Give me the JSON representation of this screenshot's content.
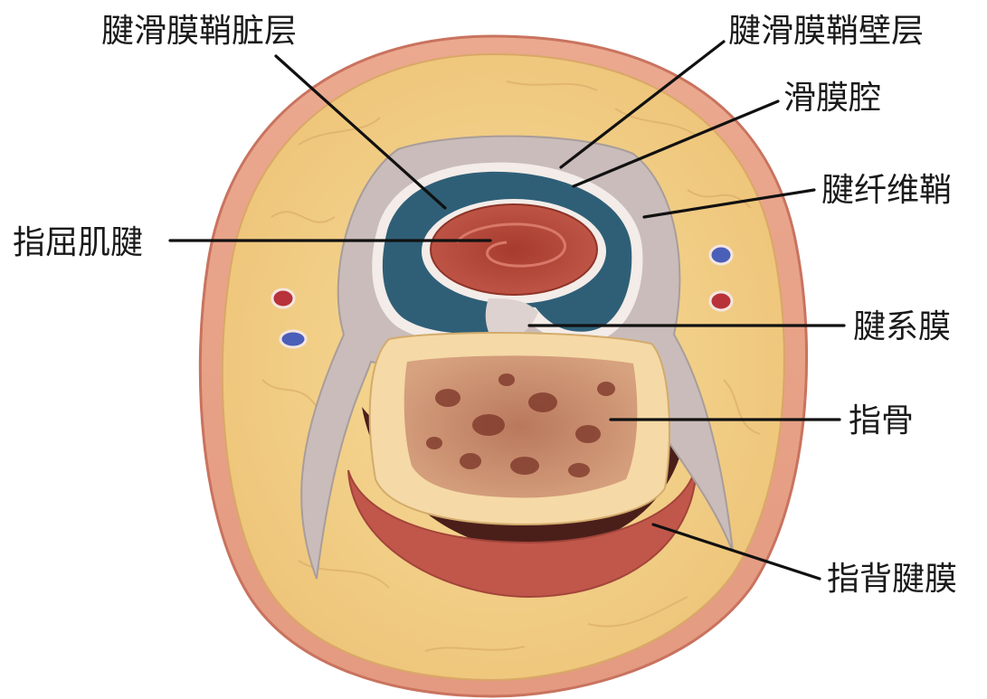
{
  "labels": {
    "visceral_layer": "腱滑膜鞘脏层",
    "parietal_layer": "腱滑膜鞘壁层",
    "synovial_cavity": "滑膜腔",
    "fibrous_sheath": "腱纤维鞘",
    "flexor_tendon": "指屈肌腱",
    "mesotendon": "腱系膜",
    "phalanx": "指骨",
    "extensor_hood": "指背腱膜"
  },
  "colors": {
    "skin": "#e7a58c",
    "fat": "#f1cf86",
    "fibrous_sheath": "#c9bcba",
    "synovial_layer": "#f3ece8",
    "synovial_cavity": "#2f5f77",
    "tendon": "#b14a3b",
    "bone_cortex": "#f5d9a6",
    "bone_marrow": "#8a4a3a",
    "dark_tissue": "#4a1f1a",
    "extensor": "#c0574a",
    "artery": "#b8323a",
    "vein": "#4a5fb8"
  }
}
